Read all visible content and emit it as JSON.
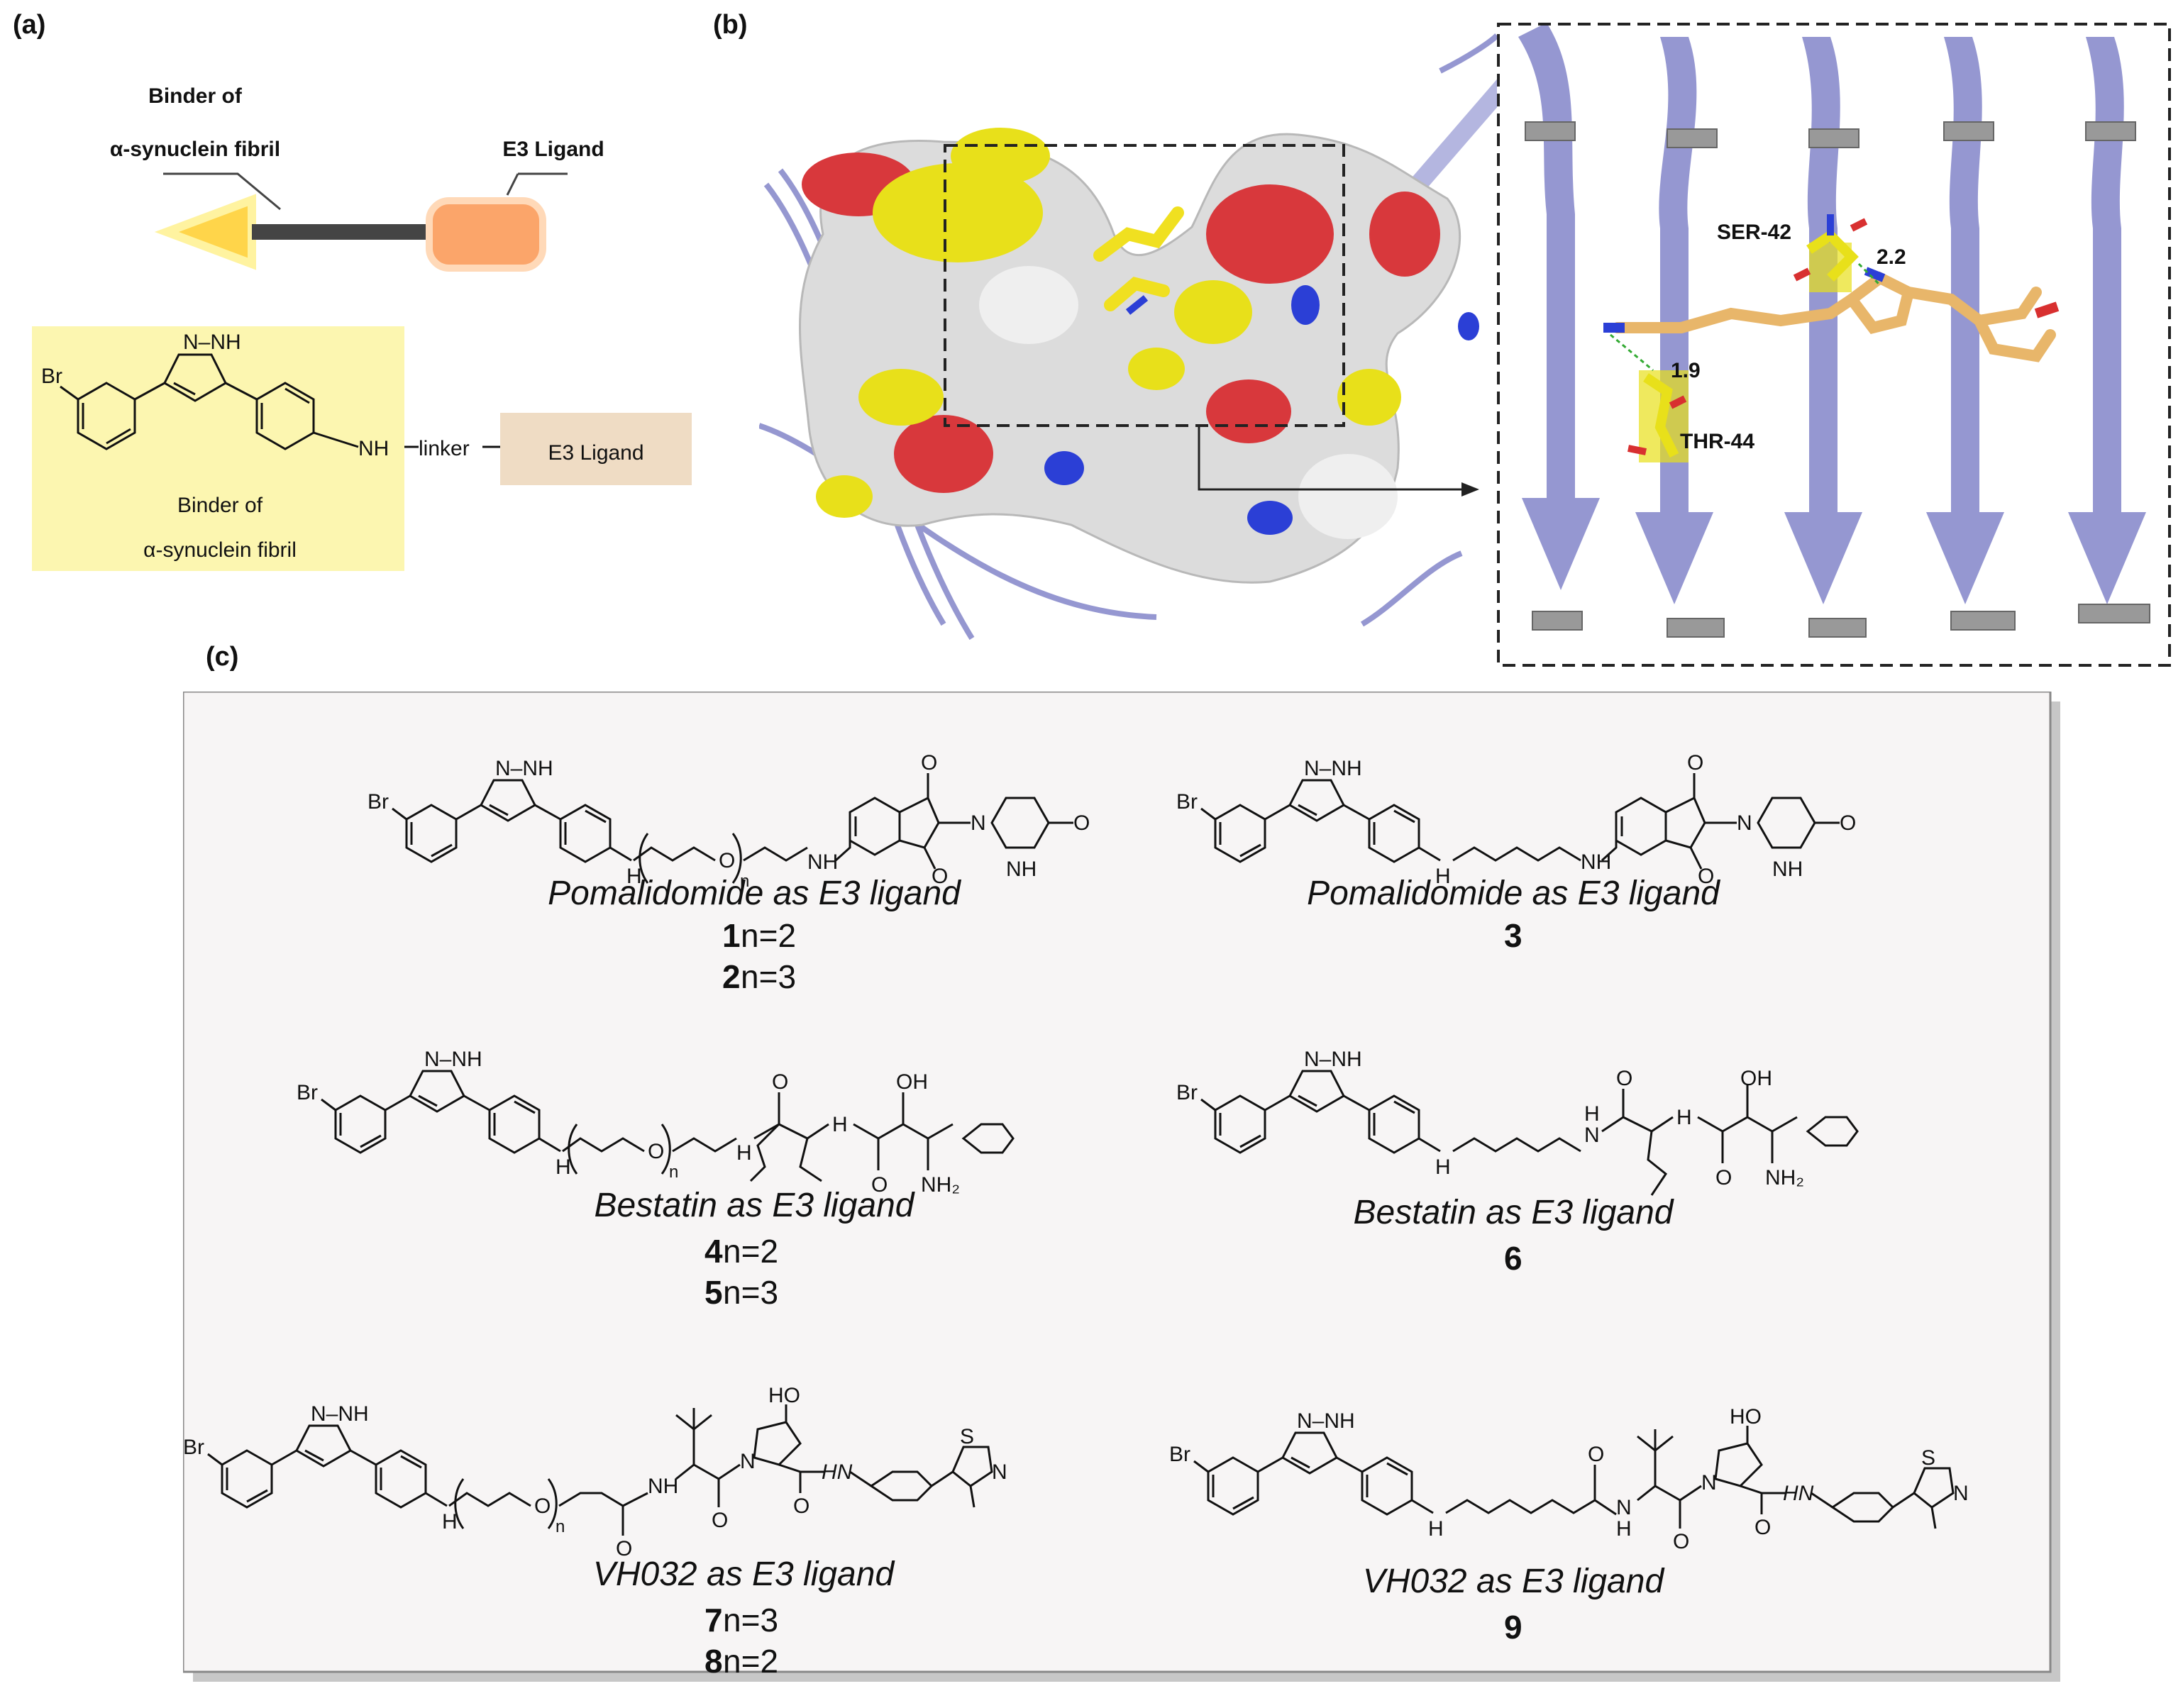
{
  "panels": {
    "a": "(a)",
    "b": "(b)",
    "c": "(c)"
  },
  "panel_a": {
    "binder_label_line1": "Binder of",
    "binder_label_line2": "α-synuclein fibril",
    "e3_label": "E3 Ligand",
    "chem_br": "Br",
    "chem_nnh": "N–NH",
    "chem_nh": "NH",
    "chem_linker": "linker",
    "e3_box_text": "E3 Ligand",
    "binder_box_line1": "Binder of",
    "binder_box_line2": "α-synuclein fibril"
  },
  "panel_b": {
    "residue_1": "SER-42",
    "distance_1": "2.2",
    "distance_2": "1.9",
    "residue_2": "THR-44"
  },
  "panel_c": {
    "compounds": [
      {
        "caption": "Pomalidomide as E3 ligand",
        "line1_num": "1",
        "line1_text": " n=2",
        "line2_num": "2",
        "line2_text": " n=3"
      },
      {
        "caption": "Pomalidomide as E3 ligand",
        "line1_num": "3",
        "line1_text": ""
      },
      {
        "caption": "Bestatin as E3 ligand",
        "line1_num": "4",
        "line1_text": " n=2",
        "line2_num": "5",
        "line2_text": " n=3"
      },
      {
        "caption": "Bestatin as E3 ligand",
        "line1_num": "6",
        "line1_text": ""
      },
      {
        "caption": "VH032  as E3 ligand",
        "line1_num": "7",
        "line1_text": " n=3",
        "line2_num": "8",
        "line2_text": " n=2"
      },
      {
        "caption": "VH032  as E3 ligand",
        "line1_num": "9",
        "line1_text": ""
      }
    ],
    "atoms": {
      "br": "Br",
      "nnh": "N–NH",
      "nh": "NH",
      "h": "H",
      "n": "n",
      "o": "O",
      "ho": "HO",
      "oh": "OH",
      "nh2": "NH₂",
      "hn": "HN",
      "s": "S",
      "nn": "N"
    }
  }
}
